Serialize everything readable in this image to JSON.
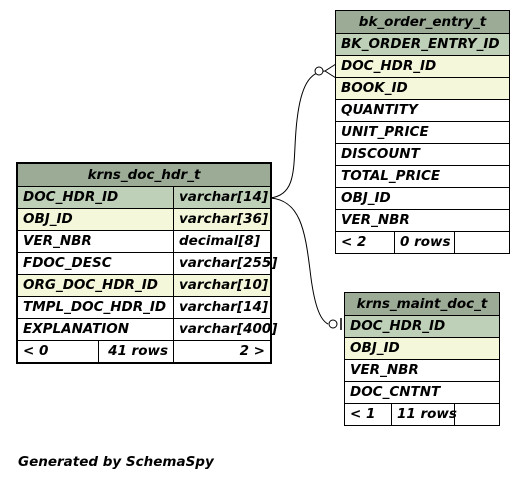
{
  "tables": {
    "bk_order_entry_t": {
      "title": "bk_order_entry_t",
      "rows": [
        {
          "name": "BK_ORDER_ENTRY_ID",
          "kind": "pk"
        },
        {
          "name": "DOC_HDR_ID",
          "kind": "fk"
        },
        {
          "name": "BOOK_ID",
          "kind": "fk"
        },
        {
          "name": "QUANTITY",
          "kind": "plain"
        },
        {
          "name": "UNIT_PRICE",
          "kind": "plain"
        },
        {
          "name": "DISCOUNT",
          "kind": "plain"
        },
        {
          "name": "TOTAL_PRICE",
          "kind": "plain"
        },
        {
          "name": "OBJ_ID",
          "kind": "plain"
        },
        {
          "name": "VER_NBR",
          "kind": "plain"
        }
      ],
      "footer": {
        "parents": "< 2",
        "rows": "0 rows",
        "children": ""
      }
    },
    "krns_doc_hdr_t": {
      "title": "krns_doc_hdr_t",
      "rows": [
        {
          "name": "DOC_HDR_ID",
          "type": "varchar[14]",
          "kind": "pk"
        },
        {
          "name": "OBJ_ID",
          "type": "varchar[36]",
          "kind": "fk"
        },
        {
          "name": "VER_NBR",
          "type": "decimal[8]",
          "kind": "plain"
        },
        {
          "name": "FDOC_DESC",
          "type": "varchar[255]",
          "kind": "plain"
        },
        {
          "name": "ORG_DOC_HDR_ID",
          "type": "varchar[10]",
          "kind": "fk"
        },
        {
          "name": "TMPL_DOC_HDR_ID",
          "type": "varchar[14]",
          "kind": "plain"
        },
        {
          "name": "EXPLANATION",
          "type": "varchar[400]",
          "kind": "plain"
        }
      ],
      "footer": {
        "parents": "< 0",
        "rows": "41 rows",
        "children": "2 >"
      }
    },
    "krns_maint_doc_t": {
      "title": "krns_maint_doc_t",
      "rows": [
        {
          "name": "DOC_HDR_ID",
          "kind": "pk"
        },
        {
          "name": "OBJ_ID",
          "kind": "fk"
        },
        {
          "name": "VER_NBR",
          "kind": "plain"
        },
        {
          "name": "DOC_CNTNT",
          "kind": "plain"
        }
      ],
      "footer": {
        "parents": "< 1",
        "rows": "11 rows",
        "children": ""
      }
    }
  },
  "footnote": "Generated by SchemaSpy"
}
